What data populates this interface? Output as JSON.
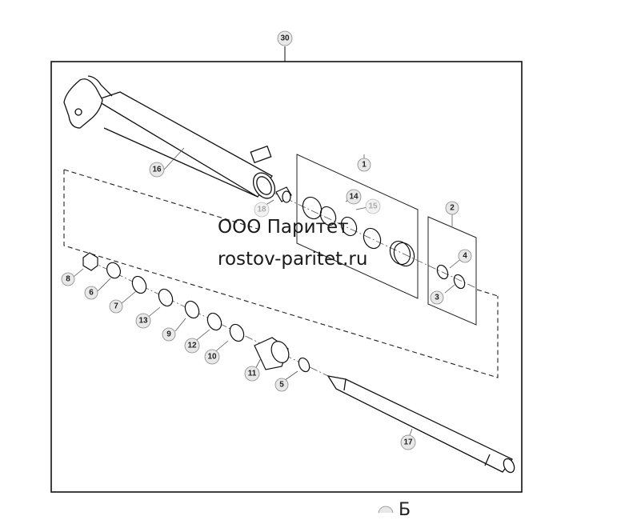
{
  "watermark": {
    "line1": "ООО Паритет",
    "line2": "rostov-paritet.ru"
  },
  "callouts": {
    "assembly": "30",
    "seal_kit": "1",
    "wiper_kit": "2",
    "ring_3": "3",
    "ring_4": "4",
    "nut_5": "5",
    "washer_6": "6",
    "ring_7": "7",
    "nut_8": "8",
    "ring_9": "9",
    "ring_10": "10",
    "piston_11": "11",
    "ring_12": "12",
    "ring_13": "13",
    "ring_14": "14",
    "ring_15": "15",
    "barrel_16": "16",
    "rod_17": "17",
    "fitting_18": "18"
  },
  "footer_cut_text": "Б"
}
